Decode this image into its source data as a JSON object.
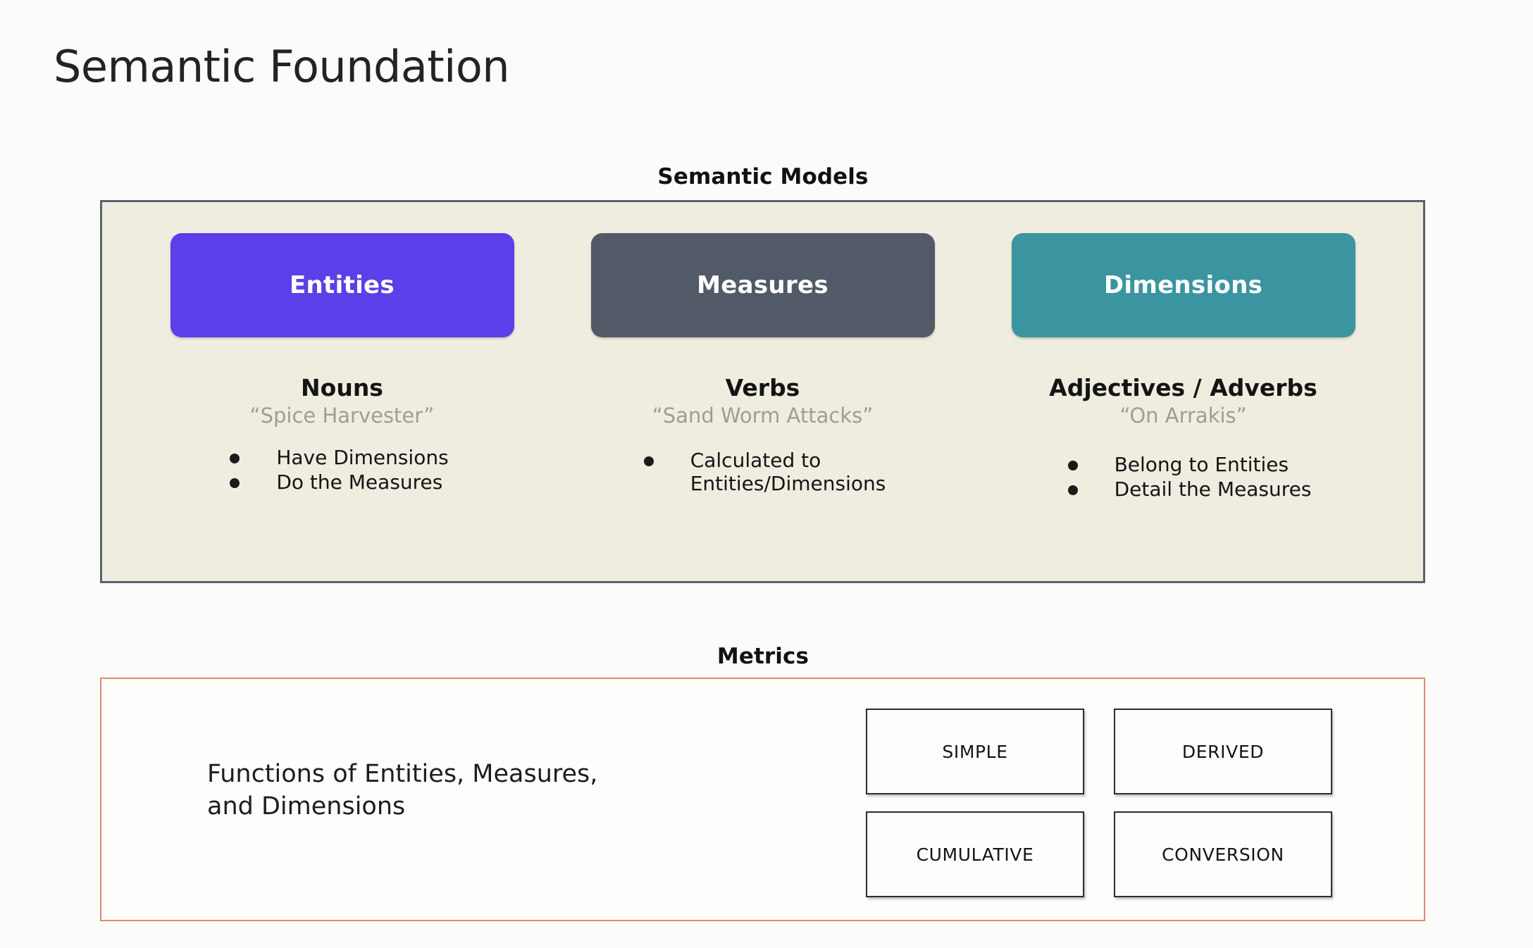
{
  "slide": {
    "title": "Semantic Foundation"
  },
  "semantic_models": {
    "heading": "Semantic Models",
    "panel_background": "#EFEDE0",
    "panel_border_color": "#5B6270",
    "columns": [
      {
        "card_label": "Entities",
        "card_color": "#5B3FE8",
        "part_of_speech": "Nouns",
        "example": "“Spice Harvester”",
        "bullets": [
          "Have Dimensions",
          "Do the Measures"
        ]
      },
      {
        "card_label": "Measures",
        "card_color": "#525A68",
        "part_of_speech": "Verbs",
        "example": "“Sand Worm Attacks”",
        "bullets": [
          "Calculated to\nEntities/Dimensions"
        ]
      },
      {
        "card_label": "Dimensions",
        "card_color": "#3A95A0",
        "part_of_speech": "Adjectives / Adverbs",
        "example": "“On Arrakis”",
        "bullets": [
          "Belong to Entities",
          "Detail the Measures"
        ]
      }
    ]
  },
  "metrics": {
    "heading": "Metrics",
    "panel_border_color": "#E08A6E",
    "description": "Functions of Entities, Measures,\nand Dimensions",
    "types": [
      "SIMPLE",
      "DERIVED",
      "CUMULATIVE",
      "CONVERSION"
    ]
  }
}
